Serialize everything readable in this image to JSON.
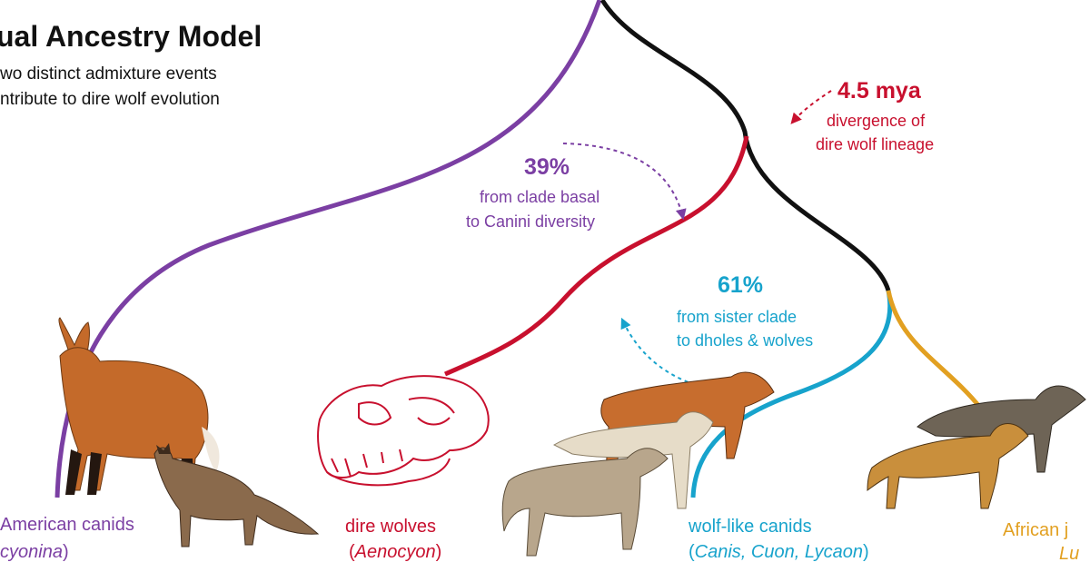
{
  "header": {
    "title": "ual Ancestry Model",
    "subtitle_line1": "wo distinct admixture events",
    "subtitle_line2": "ntribute to dire wolf evolution"
  },
  "annotations": {
    "divergence": {
      "value": "4.5 mya",
      "line1": "divergence of",
      "line2": "dire wolf lineage"
    },
    "basal": {
      "percent": "39%",
      "line1": "from clade basal",
      "line2": "to Canini diversity"
    },
    "sister": {
      "percent": "61%",
      "line1": "from sister clade",
      "line2": "to dholes & wolves"
    }
  },
  "clades": {
    "american": {
      "name": "American canids",
      "genus": "cyonina",
      "close": ")"
    },
    "dire": {
      "name": "dire wolves",
      "open": "(",
      "genus": "Aenocyon",
      "close": ")"
    },
    "wolflike": {
      "name": "wolf-like canids",
      "open": "(",
      "genus": "Canis, Cuon, Lycaon",
      "close": ")"
    },
    "african": {
      "name": "African j",
      "genus": "Lu"
    }
  },
  "colors": {
    "purple": "#7b3fa3",
    "red": "#c8102e",
    "blue": "#17a3cc",
    "orange": "#e2a021",
    "black": "#111111"
  },
  "icons": [
    "maned-wolf-illustration",
    "fox-illustration",
    "dire-wolf-skull-illustration",
    "dhole-illustration",
    "arctic-wolf-illustration",
    "coyote-illustration",
    "jackal-illustration"
  ]
}
